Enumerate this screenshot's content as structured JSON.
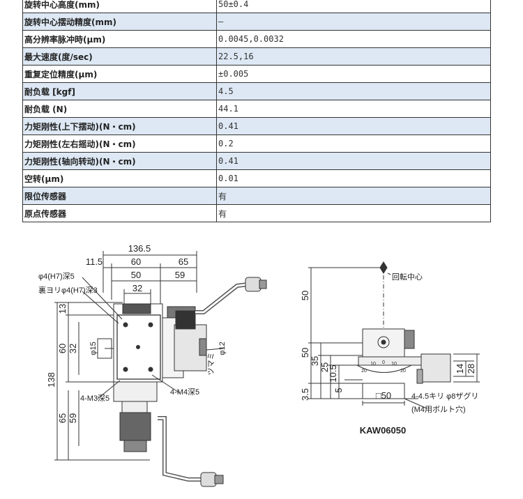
{
  "spec_table": {
    "rows": [
      {
        "label": "旋转中心高度(mm)",
        "value": "50±0.4"
      },
      {
        "label": "旋转中心摆动精度(mm)",
        "value": "—"
      },
      {
        "label": "高分辨率脉冲時(μm)",
        "value": "0.0045,0.0032"
      },
      {
        "label": "最大速度(度/sec)",
        "value": "22.5,16"
      },
      {
        "label": "重复定位精度(μm)",
        "value": "±0.005"
      },
      {
        "label": "耐负载 [kgf]",
        "value": "4.5"
      },
      {
        "label": "耐负载 (N)",
        "value": "44.1"
      },
      {
        "label": "力矩刚性(上下摆动)(N・cm)",
        "value": "0.41"
      },
      {
        "label": "力矩刚性(左右摇动)(N・cm)",
        "value": "0.2"
      },
      {
        "label": "力矩刚性(轴向转动)(N・cm)",
        "value": "0.41"
      },
      {
        "label": "空转(μm)",
        "value": "0.01"
      },
      {
        "label": "限位传感器",
        "value": "有"
      },
      {
        "label": "原点传感器",
        "value": "有"
      }
    ]
  },
  "top_view": {
    "dims": {
      "width_total": "136.5",
      "offset_left": "11.5",
      "width_60": "60",
      "width_65": "65",
      "width_50": "50",
      "width_59": "59",
      "width_32": "32",
      "height_138": "138",
      "height_13": "13",
      "height_60": "60",
      "height_32": "32",
      "height_65": "65",
      "height_59": "59"
    },
    "notes": {
      "hole_front": "φ4(H7)深5",
      "hole_back": "裏ヨリφ4(H7)深3",
      "dia_15": "φ15",
      "knob_dia": "φ12",
      "knob_label": "ツマミ",
      "m3_tap": "4-M3深5",
      "m4_tap": "4-M4深5"
    }
  },
  "side_view": {
    "dims": {
      "h50_top": "50",
      "h50": "50",
      "h35": "35",
      "h25": "25",
      "h10_5": "10.5",
      "h3_5": "3.5",
      "d5": "5",
      "sq50": "□50",
      "w14": "14",
      "w28": "28"
    },
    "notes": {
      "rotation_center": "回転中心",
      "holes_line1": "4-4.5キリ φ8ザグリ",
      "holes_line2": "(M4用ボルト穴)"
    },
    "scale_labels": [
      "20",
      "10",
      "0",
      "10",
      "20"
    ],
    "model": "KAW06050"
  },
  "colors": {
    "row_alt_bg": "#dde8f4",
    "line": "#333333"
  }
}
